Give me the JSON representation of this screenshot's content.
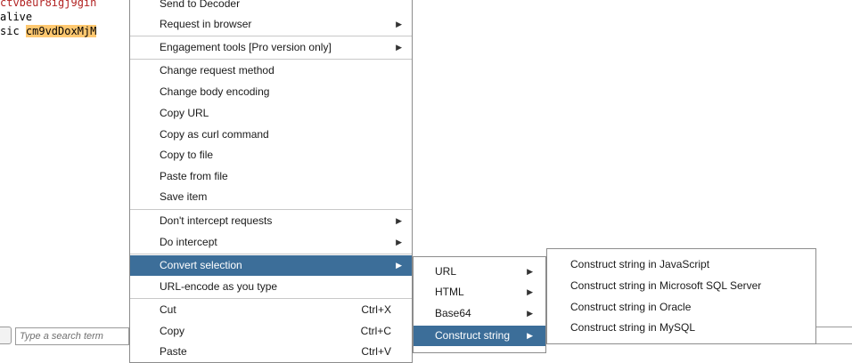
{
  "editor": {
    "line1": "ctvbeur8igj9gin",
    "line2": "alive",
    "line3_prefix": "sic ",
    "line3_highlight": "cm9vdDoxMjM"
  },
  "search": {
    "placeholder": "Type a search term"
  },
  "main_menu": {
    "items": [
      {
        "label": "Send to Decoder",
        "shortcut": "",
        "submenu": false
      },
      {
        "label": "Request in browser",
        "shortcut": "",
        "submenu": true
      },
      {
        "label": "Engagement tools [Pro version only]",
        "shortcut": "",
        "submenu": true
      },
      {
        "label": "Change request method",
        "shortcut": "",
        "submenu": false
      },
      {
        "label": "Change body encoding",
        "shortcut": "",
        "submenu": false
      },
      {
        "label": "Copy URL",
        "shortcut": "",
        "submenu": false
      },
      {
        "label": "Copy as curl command",
        "shortcut": "",
        "submenu": false
      },
      {
        "label": "Copy to file",
        "shortcut": "",
        "submenu": false
      },
      {
        "label": "Paste from file",
        "shortcut": "",
        "submenu": false
      },
      {
        "label": "Save item",
        "shortcut": "",
        "submenu": false
      },
      {
        "label": "Don't intercept requests",
        "shortcut": "",
        "submenu": true
      },
      {
        "label": "Do intercept",
        "shortcut": "",
        "submenu": true
      },
      {
        "label": "Convert selection",
        "shortcut": "",
        "submenu": true,
        "selected": true
      },
      {
        "label": "URL-encode as you type",
        "shortcut": "",
        "submenu": false
      },
      {
        "label": "Cut",
        "shortcut": "Ctrl+X",
        "submenu": false
      },
      {
        "label": "Copy",
        "shortcut": "Ctrl+C",
        "submenu": false
      },
      {
        "label": "Paste",
        "shortcut": "Ctrl+V",
        "submenu": false
      }
    ]
  },
  "convert_submenu": {
    "items": [
      {
        "label": "URL",
        "submenu": true
      },
      {
        "label": "HTML",
        "submenu": true
      },
      {
        "label": "Base64",
        "submenu": true
      },
      {
        "label": "Construct string",
        "submenu": true,
        "selected": true
      }
    ]
  },
  "construct_submenu": {
    "items": [
      {
        "label": "Construct string in JavaScript"
      },
      {
        "label": "Construct string in Microsoft SQL Server"
      },
      {
        "label": "Construct string in Oracle"
      },
      {
        "label": "Construct string in MySQL"
      }
    ]
  },
  "icons": {
    "submenu_arrow": "triangle-right-icon"
  },
  "colors": {
    "selection": "#3c6e99",
    "highlight": "#ffc870",
    "editor_red": "#b22222"
  }
}
